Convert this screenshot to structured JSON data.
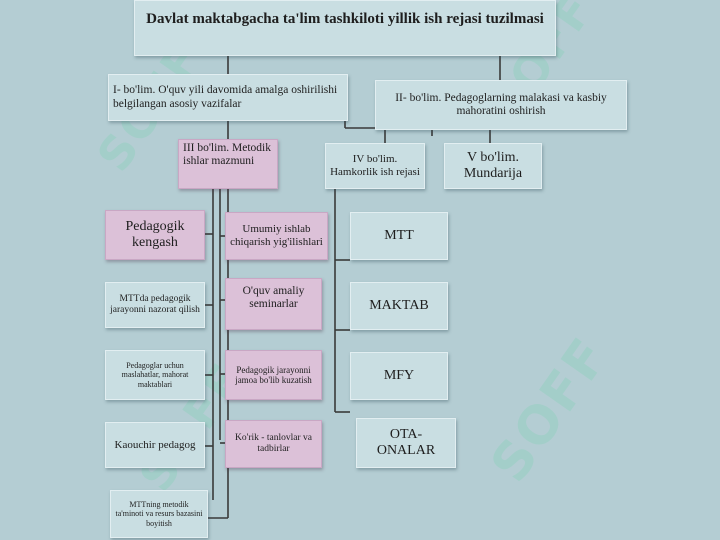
{
  "title": "Davlat maktabgacha ta'lim tashkiloti yillik ish rejasi tuzilmasi",
  "sections": {
    "s1": "I- bo'lim. O'quv yili davomida amalga oshirilishi belgilangan asosiy vazifalar",
    "s2": "II- bo'lim. Pedagoglarning malakasi va kasbiy mahoratini oshirish",
    "s3": "III bo'lim. Metodik ishlar mazmuni",
    "s4": "IV bo'lim. Hamkorlik ish rejasi",
    "s5": "V bo'lim. Mundarija"
  },
  "left_column": [
    "Pedagogik kengash",
    "MTTda pedagogik jarayonni nazorat qilish",
    "Pedagoglar uchun maslahatlar, mahorat maktablari",
    "Kaouchir pedagog",
    "MTTning metodik ta'minoti va resurs bazasini boyitish"
  ],
  "middle_column": [
    "Umumiy ishlab chiqarish yig'ilishlari",
    "O'quv  amaliy seminarlar",
    "Pedagogik jarayonni jamoa bo'lib kuzatish",
    "Ko'rik - tanlovlar va tadbirlar"
  ],
  "partners": [
    "MTT",
    "MAKTAB",
    "MFY",
    "OTA-ONALAR"
  ],
  "watermark": "SOFF",
  "colors": {
    "background": "#b4cdd3",
    "light_box": "#c9dee2",
    "pink_box": "#dcc1d8",
    "line": "#3a3a3a"
  }
}
